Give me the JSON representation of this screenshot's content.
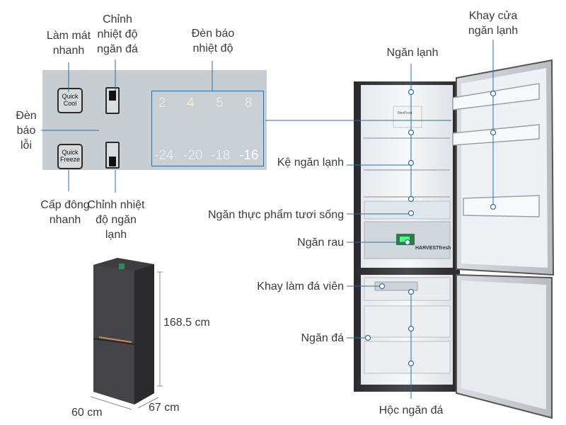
{
  "labels": {
    "quick_cool": "Làm mát nhanh",
    "ice_temp": "Chỉnh nhiệt độ ngăn đá",
    "temp_indicator": "Đèn báo nhiệt độ",
    "door_shelf": "Khay cửa ngăn lạnh",
    "error_light": "Đèn báo lỗi",
    "fridge_comp": "Ngăn lạnh",
    "fridge_shelf": "Kệ ngăn lạnh",
    "fresh_food": "Ngăn thực phẩm tươi sống",
    "veg_drawer": "Ngăn rau",
    "ice_tray": "Khay làm đá viên",
    "freezer_comp": "Ngăn đá",
    "freezer_drawer": "Hộc ngăn đá",
    "quick_freeze": "Cấp đông nhanh",
    "fridge_temp": "Chỉnh nhiệt độ ngăn lạnh"
  },
  "panel": {
    "quick_cool_btn": [
      "Quick",
      "Cool"
    ],
    "quick_freeze_btn": [
      "Quick",
      "Freeze"
    ],
    "fridge_temps": [
      "2",
      "4",
      "5",
      "8"
    ],
    "freezer_temps": [
      "-24",
      "-20",
      "-18",
      "-16"
    ],
    "active_fridge_temp": "4",
    "active_freezer_temp": "-16"
  },
  "dimensions": {
    "height": "168.5 cm",
    "width": "60 cm",
    "depth": "67 cm"
  },
  "fridge_inside_text": {
    "neofrost": "NeoFrost",
    "harvest": "HARVESTfresh"
  },
  "colors": {
    "callout_line": "#2a6ea3",
    "callout_dot": "#ffffff",
    "panel_bg": "#c7cdd1",
    "fridge_body": "#3b3b3e"
  }
}
